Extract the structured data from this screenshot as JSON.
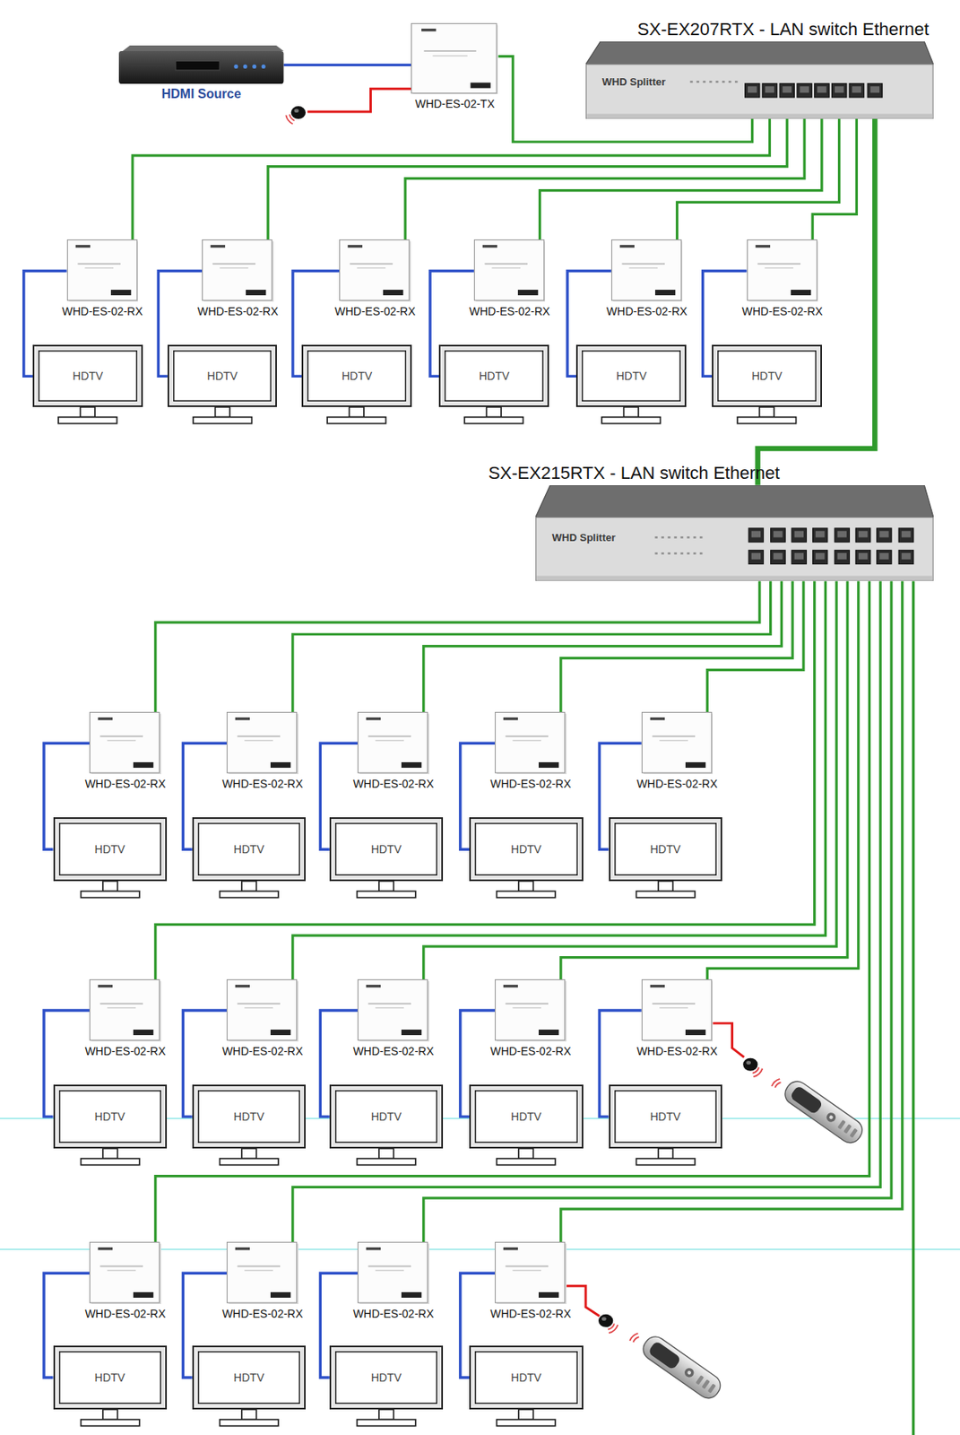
{
  "diagram": {
    "nodes": [
      {
        "text": [
          "HDMI Source"
        ]
      },
      {
        "text": [
          "WHD-ES-02-TX"
        ]
      },
      {
        "text": [
          "SX-EX207RTX - LAN switch Ethernet",
          "WHD Splitter"
        ]
      },
      {
        "text": [
          "WHD-ES-02-RX"
        ]
      },
      {
        "text": [
          "WHD-ES-02-RX"
        ]
      },
      {
        "text": [
          "WHD-ES-02-RX"
        ]
      },
      {
        "text": [
          "WHD-ES-02-RX"
        ]
      },
      {
        "text": [
          "WHD-ES-02-RX"
        ]
      },
      {
        "text": [
          "WHD-ES-02-RX"
        ]
      },
      {
        "text": [
          "HDTV"
        ]
      },
      {
        "text": [
          "HDTV"
        ]
      },
      {
        "text": [
          "HDTV"
        ]
      },
      {
        "text": [
          "HDTV"
        ]
      },
      {
        "text": [
          "HDTV"
        ]
      },
      {
        "text": [
          "HDTV"
        ]
      },
      {
        "text": [
          "SX-EX215RTX - LAN switch Ethernet",
          "WHD Splitter"
        ]
      },
      {
        "text": [
          "WHD-ES-02-RX"
        ]
      },
      {
        "text": [
          "WHD-ES-02-RX"
        ]
      },
      {
        "text": [
          "WHD-ES-02-RX"
        ]
      },
      {
        "text": [
          "WHD-ES-02-RX"
        ]
      },
      {
        "text": [
          "WHD-ES-02-RX"
        ]
      },
      {
        "text": [
          "HDTV"
        ]
      },
      {
        "text": [
          "HDTV"
        ]
      },
      {
        "text": [
          "HDTV"
        ]
      },
      {
        "text": [
          "HDTV"
        ]
      },
      {
        "text": [
          "HDTV"
        ]
      },
      {
        "text": [
          "WHD-ES-02-RX"
        ]
      },
      {
        "text": [
          "WHD-ES-02-RX"
        ]
      },
      {
        "text": [
          "WHD-ES-02-RX"
        ]
      },
      {
        "text": [
          "WHD-ES-02-RX"
        ]
      },
      {
        "text": [
          "WHD-ES-02-RX"
        ]
      },
      {
        "text": [
          "HDTV"
        ]
      },
      {
        "text": [
          "HDTV"
        ]
      },
      {
        "text": [
          "HDTV"
        ]
      },
      {
        "text": [
          "HDTV"
        ]
      },
      {
        "text": [
          "HDTV"
        ]
      },
      {
        "text": [
          "WHD-ES-02-RX"
        ]
      },
      {
        "text": [
          "WHD-ES-02-RX"
        ]
      },
      {
        "text": [
          "WHD-ES-02-RX"
        ]
      },
      {
        "text": [
          "WHD-ES-02-RX"
        ]
      },
      {
        "text": [
          "HDTV"
        ]
      },
      {
        "text": [
          "HDTV"
        ]
      },
      {
        "text": [
          "HDTV"
        ]
      },
      {
        "text": [
          "HDTV"
        ]
      }
    ],
    "edges": [
      {
        "from": 0,
        "to": 1,
        "arrow": "none"
      },
      {
        "from": 1,
        "to": 2,
        "arrow": "none"
      },
      {
        "from": 2,
        "to": 3,
        "arrow": "none"
      },
      {
        "from": 2,
        "to": 4,
        "arrow": "none"
      },
      {
        "from": 2,
        "to": 5,
        "arrow": "none"
      },
      {
        "from": 2,
        "to": 6,
        "arrow": "none"
      },
      {
        "from": 2,
        "to": 7,
        "arrow": "none"
      },
      {
        "from": 2,
        "to": 8,
        "arrow": "none"
      },
      {
        "from": 2,
        "to": 15,
        "arrow": "none"
      },
      {
        "from": 15,
        "to": 16,
        "arrow": "none"
      },
      {
        "from": 15,
        "to": 17,
        "arrow": "none"
      },
      {
        "from": 15,
        "to": 18,
        "arrow": "none"
      },
      {
        "from": 15,
        "to": 19,
        "arrow": "none"
      },
      {
        "from": 15,
        "to": 20,
        "arrow": "none"
      },
      {
        "from": 15,
        "to": 26,
        "arrow": "none"
      },
      {
        "from": 15,
        "to": 27,
        "arrow": "none"
      },
      {
        "from": 15,
        "to": 28,
        "arrow": "none"
      },
      {
        "from": 15,
        "to": 29,
        "arrow": "none"
      },
      {
        "from": 15,
        "to": 30,
        "arrow": "none"
      },
      {
        "from": 15,
        "to": 36,
        "arrow": "none"
      },
      {
        "from": 15,
        "to": 37,
        "arrow": "none"
      },
      {
        "from": 15,
        "to": 38,
        "arrow": "none"
      },
      {
        "from": 15,
        "to": 39,
        "arrow": "none"
      },
      {
        "from": 3,
        "to": 9,
        "arrow": "none"
      },
      {
        "from": 4,
        "to": 10,
        "arrow": "none"
      },
      {
        "from": 5,
        "to": 11,
        "arrow": "none"
      },
      {
        "from": 6,
        "to": 12,
        "arrow": "none"
      },
      {
        "from": 7,
        "to": 13,
        "arrow": "none"
      },
      {
        "from": 8,
        "to": 14,
        "arrow": "none"
      },
      {
        "from": 16,
        "to": 21,
        "arrow": "none"
      },
      {
        "from": 17,
        "to": 22,
        "arrow": "none"
      },
      {
        "from": 18,
        "to": 23,
        "arrow": "none"
      },
      {
        "from": 19,
        "to": 24,
        "arrow": "none"
      },
      {
        "from": 20,
        "to": 25,
        "arrow": "none"
      },
      {
        "from": 26,
        "to": 31,
        "arrow": "none"
      },
      {
        "from": 27,
        "to": 32,
        "arrow": "none"
      },
      {
        "from": 28,
        "to": 33,
        "arrow": "none"
      },
      {
        "from": 29,
        "to": 34,
        "arrow": "none"
      },
      {
        "from": 30,
        "to": 35,
        "arrow": "none"
      },
      {
        "from": 36,
        "to": 40,
        "arrow": "none"
      },
      {
        "from": 37,
        "to": 41,
        "arrow": "none"
      },
      {
        "from": 38,
        "to": 42,
        "arrow": "none"
      },
      {
        "from": 39,
        "to": 43,
        "arrow": "none"
      }
    ]
  }
}
